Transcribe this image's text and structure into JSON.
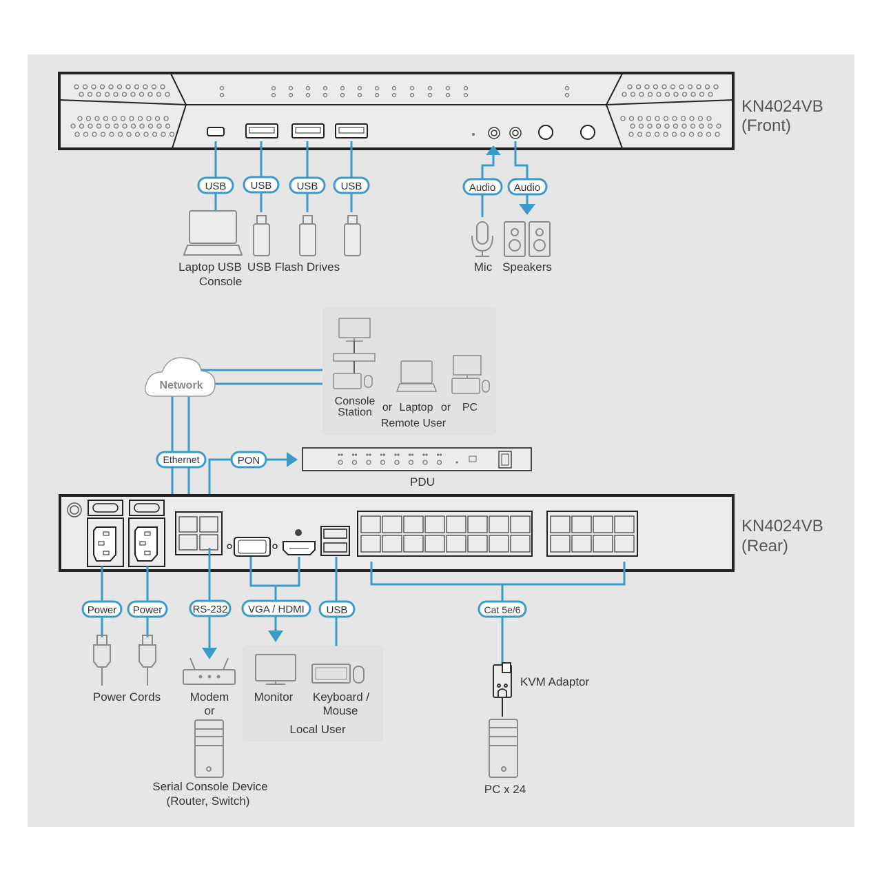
{
  "colors": {
    "background": "#e6e6e6",
    "cable": "#3a9bc8",
    "device_outline": "#222222",
    "icon_gray": "#8a8a8a",
    "panel_bg": "#e2e2e2"
  },
  "front_unit": {
    "model": "KN4024VB",
    "view": "(Front)"
  },
  "rear_unit": {
    "model": "KN4024VB",
    "view": "(Rear)"
  },
  "front_connections": [
    {
      "pill": "USB",
      "device": "Laptop USB Console"
    },
    {
      "pill": "USB",
      "device": "USB Flash Drive"
    },
    {
      "pill": "USB",
      "device": "USB Flash Drive"
    },
    {
      "pill": "USB",
      "device": "USB Flash Drive"
    },
    {
      "pill": "Audio",
      "device": "Mic",
      "direction": "in"
    },
    {
      "pill": "Audio",
      "device": "Speakers",
      "direction": "out"
    }
  ],
  "front_labels": {
    "laptop_line1": "Laptop USB",
    "laptop_line2": "Console",
    "flash": "USB Flash Drives",
    "mic": "Mic",
    "speakers": "Speakers"
  },
  "remote": {
    "console_line1": "Console",
    "console_line2": "Station",
    "or1": "or",
    "laptop": "Laptop",
    "or2": "or",
    "pc": "PC",
    "group": "Remote User"
  },
  "network": {
    "label": "Network"
  },
  "pills": {
    "ethernet": "Ethernet",
    "pon": "PON",
    "power1": "Power",
    "power2": "Power",
    "rs232": "RS-232",
    "vgahdmi": "VGA / HDMI",
    "usb": "USB",
    "cat": "Cat 5e/6"
  },
  "pdu": {
    "label": "PDU"
  },
  "rear_labels": {
    "power_cords": "Power Cords",
    "modem": "Modem",
    "or": "or",
    "serial1": "Serial Console Device",
    "serial2": "(Router, Switch)",
    "monitor": "Monitor",
    "kbd1": "Keyboard /",
    "kbd2": "Mouse",
    "local_user": "Local User",
    "kvm_adaptor": "KVM Adaptor",
    "pc_count": "PC x 24"
  }
}
